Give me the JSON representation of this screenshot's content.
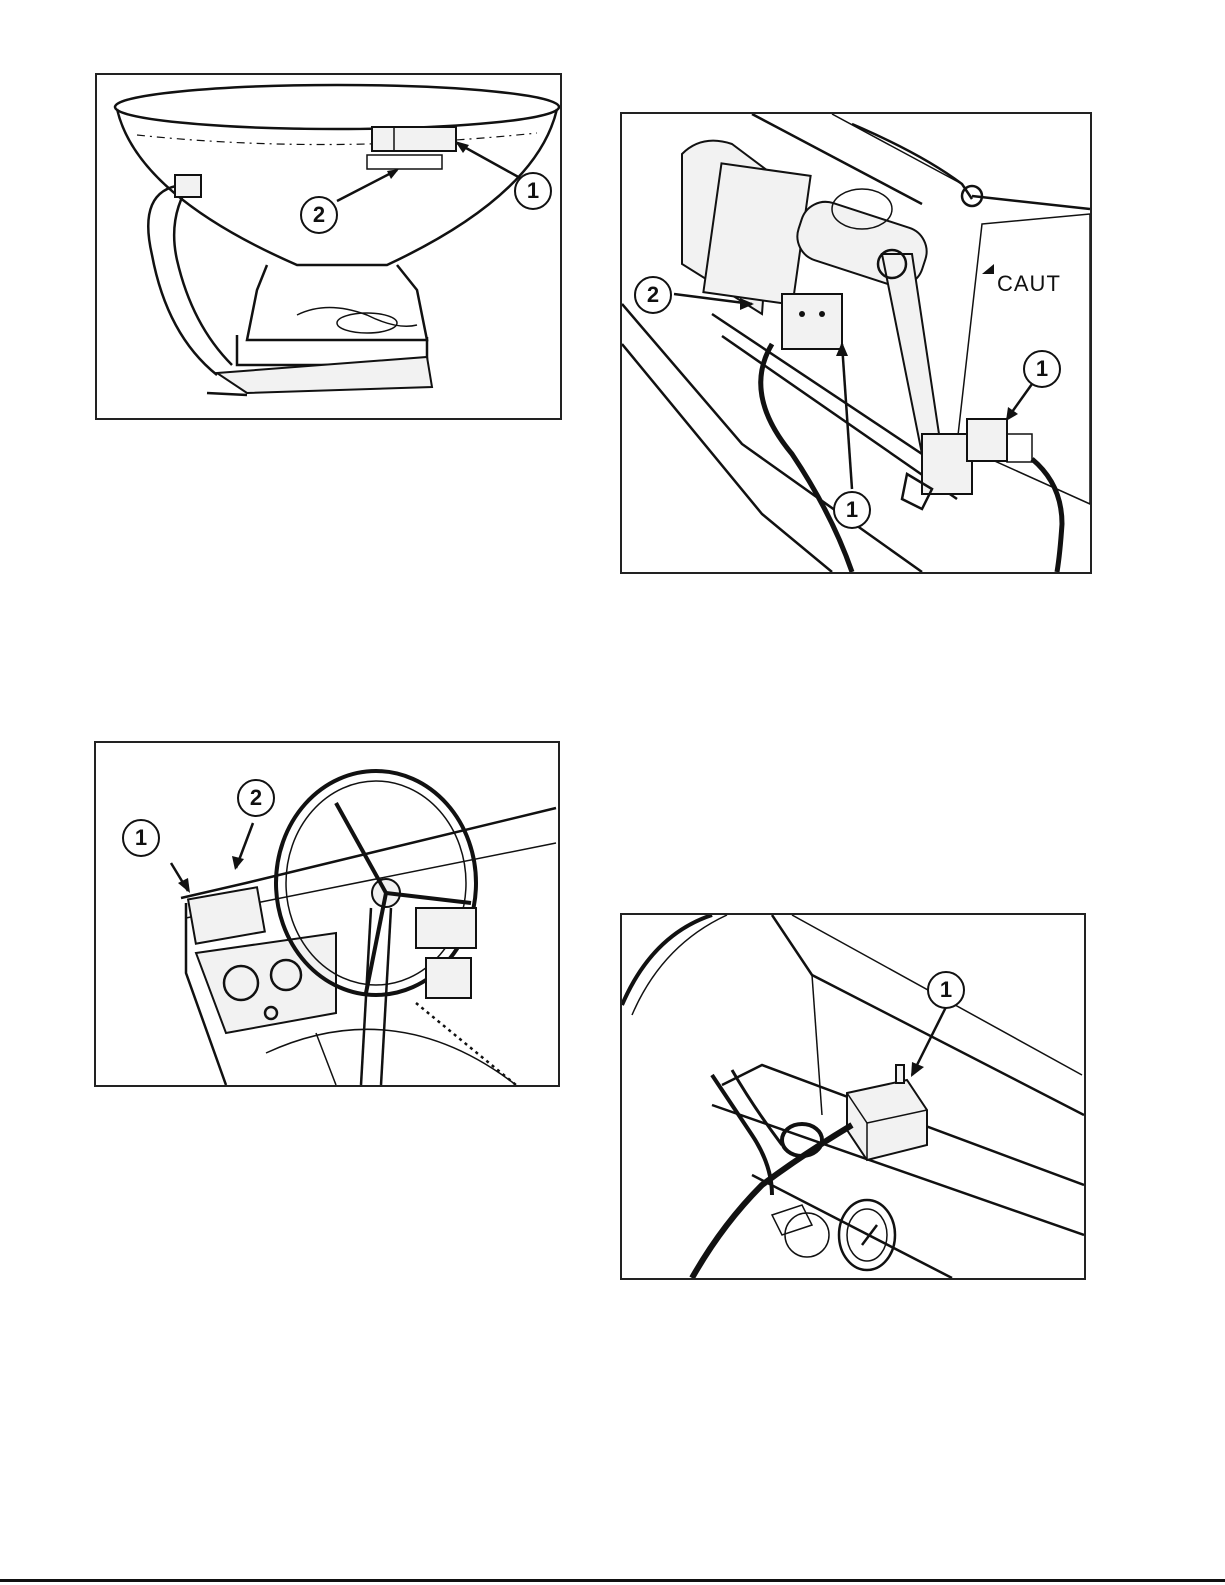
{
  "figures": [
    {
      "id": "hopper",
      "callouts": [
        "1",
        "2"
      ]
    },
    {
      "id": "actuator",
      "callouts": [
        "2",
        "1",
        "1"
      ],
      "sign_text": "CAUT"
    },
    {
      "id": "dashboard",
      "callouts": [
        "1",
        "2"
      ]
    },
    {
      "id": "control-box",
      "callouts": [
        "1"
      ]
    }
  ]
}
